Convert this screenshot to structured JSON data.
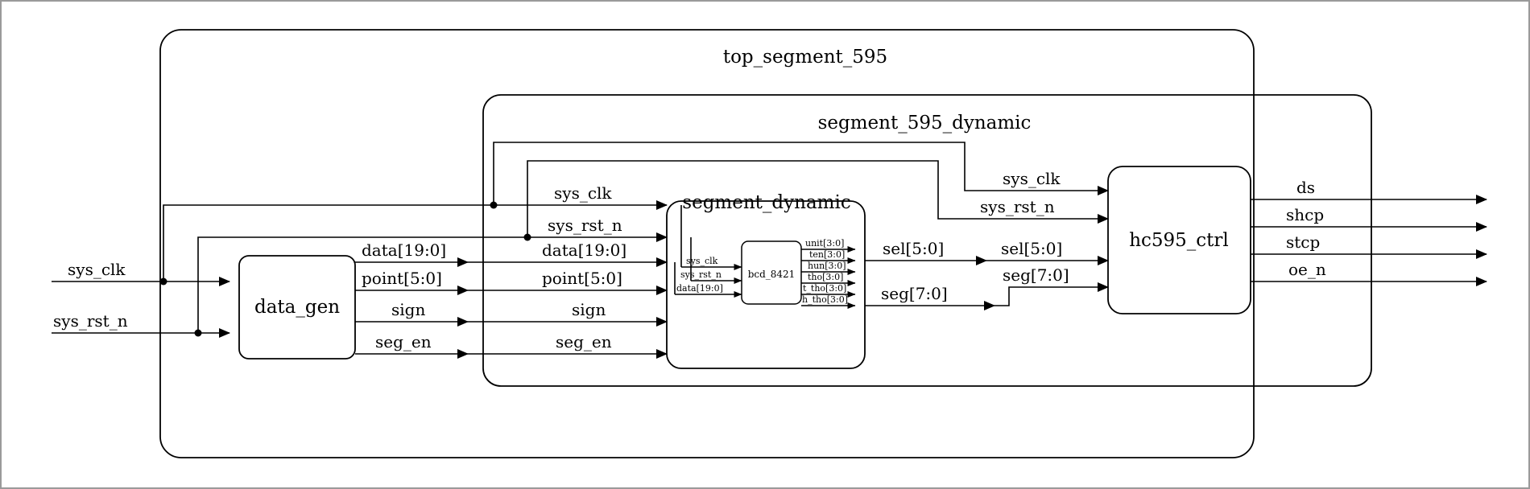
{
  "diagram": {
    "type": "hardware-block-diagram",
    "top_title": "top_segment_595",
    "sub_title": "segment_595_dynamic",
    "external_inputs": [
      "sys_clk",
      "sys_rst_n"
    ],
    "external_outputs": [
      "ds",
      "shcp",
      "stcp",
      "oe_n"
    ],
    "modules": [
      {
        "name": "data_gen",
        "inputs": [
          "sys_clk",
          "sys_rst_n"
        ],
        "outputs": [
          "data[19:0]",
          "point[5:0]",
          "sign",
          "seg_en"
        ]
      },
      {
        "name": "segment_dynamic",
        "inputs": [
          "sys_clk",
          "sys_rst_n",
          "data[19:0]",
          "point[5:0]",
          "sign",
          "seg_en"
        ],
        "outputs": [
          "sel[5:0]",
          "seg[7:0]"
        ]
      },
      {
        "name": "bcd_8421",
        "inputs": [
          "sys_clk",
          "sys_rst_n",
          "data[19:0]"
        ],
        "outputs": [
          "unit[3:0]",
          "ten[3:0]",
          "hun[3:0]",
          "tho[3:0]",
          "t_tho[3:0]",
          "h_tho[3:0]"
        ]
      },
      {
        "name": "hc595_ctrl",
        "inputs": [
          "sys_clk",
          "sys_rst_n",
          "sel[5:0]",
          "seg[7:0]"
        ],
        "outputs": [
          "ds",
          "shcp",
          "stcp",
          "oe_n"
        ]
      }
    ],
    "wire_labels": {
      "left_clk": "sys_clk",
      "left_rst": "sys_rst_n",
      "dg_out_data": "data[19:0]",
      "dg_out_point": "point[5:0]",
      "dg_out_sign": "sign",
      "dg_out_seg_en": "seg_en",
      "sd_in_clk": "sys_clk",
      "sd_in_rst": "sys_rst_n",
      "sd_in_data": "data[19:0]",
      "sd_in_point": "point[5:0]",
      "sd_in_sign": "sign",
      "sd_in_seg_en": "seg_en",
      "sd_out_sel": "sel[5:0]",
      "sd_out_seg": "seg[7:0]",
      "hc_in_clk": "sys_clk",
      "hc_in_rst": "sys_rst_n",
      "hc_in_sel": "sel[5:0]",
      "hc_in_seg": "seg[7:0]",
      "out_ds": "ds",
      "out_shcp": "shcp",
      "out_stcp": "stcp",
      "out_oe_n": "oe_n",
      "bcd_in_clk": "sys_clk",
      "bcd_in_rst": "sys_rst_n",
      "bcd_in_data": "data[19:0]",
      "bcd_out_unit": "unit[3:0]",
      "bcd_out_ten": "ten[3:0]",
      "bcd_out_hun": "hun[3:0]",
      "bcd_out_tho": "tho[3:0]",
      "bcd_out_t_tho": "t_tho[3:0]",
      "bcd_out_h_tho": "h_tho[3:0]"
    },
    "colors": {
      "stroke": "#000000",
      "background": "#ffffff",
      "border": "#808080"
    }
  }
}
